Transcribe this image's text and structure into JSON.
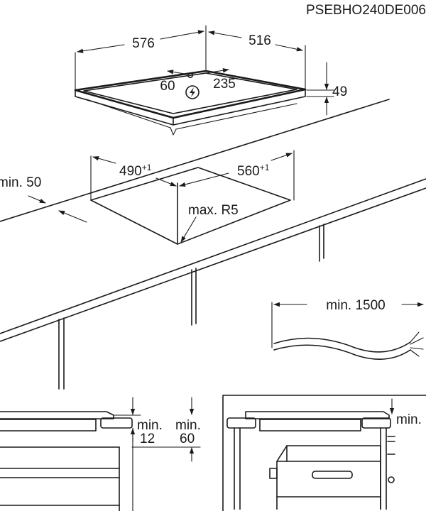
{
  "diagram": {
    "code": "PSEBHO240DE006",
    "hob": {
      "width": "576",
      "depth": "516",
      "height": "49",
      "inlet_a": "60",
      "inlet_b": "235"
    },
    "cutout": {
      "depth_base": "490",
      "depth_tol": "+1",
      "width_base": "560",
      "width_tol": "+1",
      "radius": "max. R5",
      "edge": "min. 50"
    },
    "cable": {
      "length": "min. 1500"
    },
    "detail_left": {
      "gap_a_top": "min.",
      "gap_a_val": "12",
      "gap_b_top": "min.",
      "gap_b_val": "60"
    },
    "detail_right": {
      "gap_top": "min."
    }
  }
}
